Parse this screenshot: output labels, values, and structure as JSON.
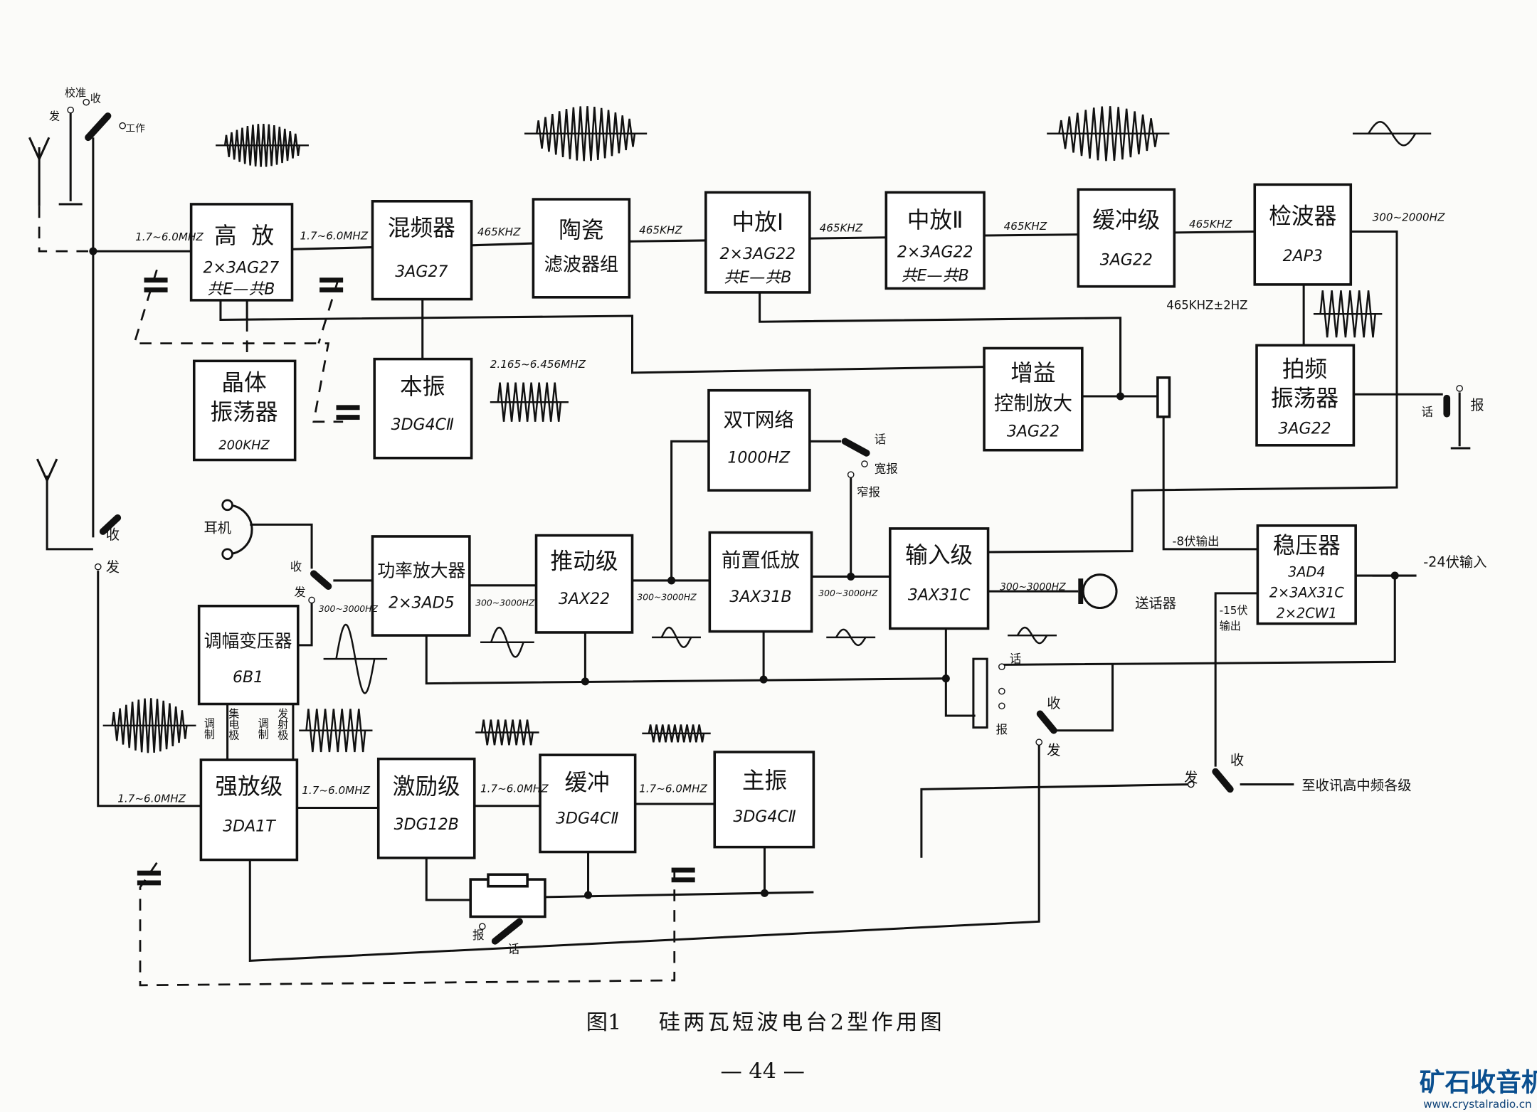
{
  "blocks": {
    "rf_amp": {
      "name_1": "高",
      "name_2": "放",
      "part": "2×3AG27",
      "config": "共E—共B"
    },
    "mixer": {
      "name": "混频器",
      "part": "3AG27"
    },
    "ceramic_filter": {
      "name_1": "陶瓷",
      "name_2": "滤波器组"
    },
    "if_amp_1": {
      "name": "中放Ⅰ",
      "part": "2×3AG22",
      "config": "共E—共B"
    },
    "if_amp_2": {
      "name": "中放Ⅱ",
      "part": "2×3AG22",
      "config": "共E—共B"
    },
    "buffer_rx": {
      "name": "缓冲级",
      "part": "3AG22"
    },
    "detector": {
      "name": "检波器",
      "part": "2AP3"
    },
    "crystal_osc": {
      "name_1": "晶体",
      "name_2": "振荡器",
      "freq": "200KHZ"
    },
    "local_osc": {
      "name": "本振",
      "part": "3DG4CⅡ"
    },
    "agc_amp": {
      "name_1": "增益",
      "name_2": "控制放大",
      "part": "3AG22"
    },
    "bfo": {
      "name_1": "拍频",
      "name_2": "振荡器",
      "part": "3AG22"
    },
    "twin_t": {
      "name": "双T网络",
      "freq": "1000HZ"
    },
    "power_amp": {
      "name": "功率放大器",
      "part": "2×3AD5"
    },
    "driver": {
      "name": "推动级",
      "part": "3AX22"
    },
    "preamp": {
      "name": "前置低放",
      "part": "3AX31B"
    },
    "input_stage": {
      "name": "输入级",
      "part": "3AX31C"
    },
    "regulator": {
      "name": "稳压器",
      "part_1": "3AD4",
      "part_2": "2×3AX31C",
      "part_3": "2×2CW1"
    },
    "mod_transformer": {
      "name": "调幅变压器",
      "part": "6B1"
    },
    "final_amp": {
      "name": "强放级",
      "part": "3DA1T"
    },
    "exciter": {
      "name": "激励级",
      "part": "3DG12B"
    },
    "buffer_tx": {
      "name": "缓冲",
      "part": "3DG4CⅡ"
    },
    "master_osc": {
      "name": "主振",
      "part": "3DG4CⅡ"
    }
  },
  "signals": {
    "rf_1": "1.7~6.0MHZ",
    "rf_2": "1.7~6.0MHZ",
    "if_1": "465KHZ",
    "if_2": "465KHZ",
    "if_3": "465KHZ",
    "if_4": "465KHZ",
    "if_5": "465KHZ",
    "audio_det": "300~2000HZ",
    "bfo_freq": "465KHZ±2HZ",
    "lo_range": "2.165~6.456MHZ",
    "af_1": "300~3000HZ",
    "af_2": "300~3000HZ",
    "af_3": "300~3000HZ",
    "af_4": "300~3000HZ",
    "af_5": "300~3000HZ",
    "tx_1": "1.7~6.0MHZ",
    "tx_2": "1.7~6.0MHZ",
    "tx_3": "1.7~6.0MHZ",
    "tx_4": "1.7~6.0MHZ"
  },
  "labels": {
    "calibrate": "校准",
    "receive": "收",
    "transmit": "发",
    "work": "工作",
    "earphone": "耳机",
    "voice": "话",
    "wide_cw": "宽报",
    "narrow_cw": "窄报",
    "cw": "报",
    "out_8v": "-8伏输出",
    "in_24v": "-24伏输入",
    "out_15v_1": "-15伏",
    "out_15v_2": "输出",
    "microphone": "送话器",
    "to_rx_stages": "至收讯高中频各级",
    "mod_1": "调制",
    "collector": "集电极",
    "mod_2": "调制",
    "emitter": "发射极"
  },
  "caption": {
    "figure": "图1",
    "title": "硅两瓦短波电台2型作用图"
  },
  "page_number": "— 44 —",
  "watermark": {
    "name": "矿石收音机",
    "url": "www.crystalradio.cn"
  }
}
